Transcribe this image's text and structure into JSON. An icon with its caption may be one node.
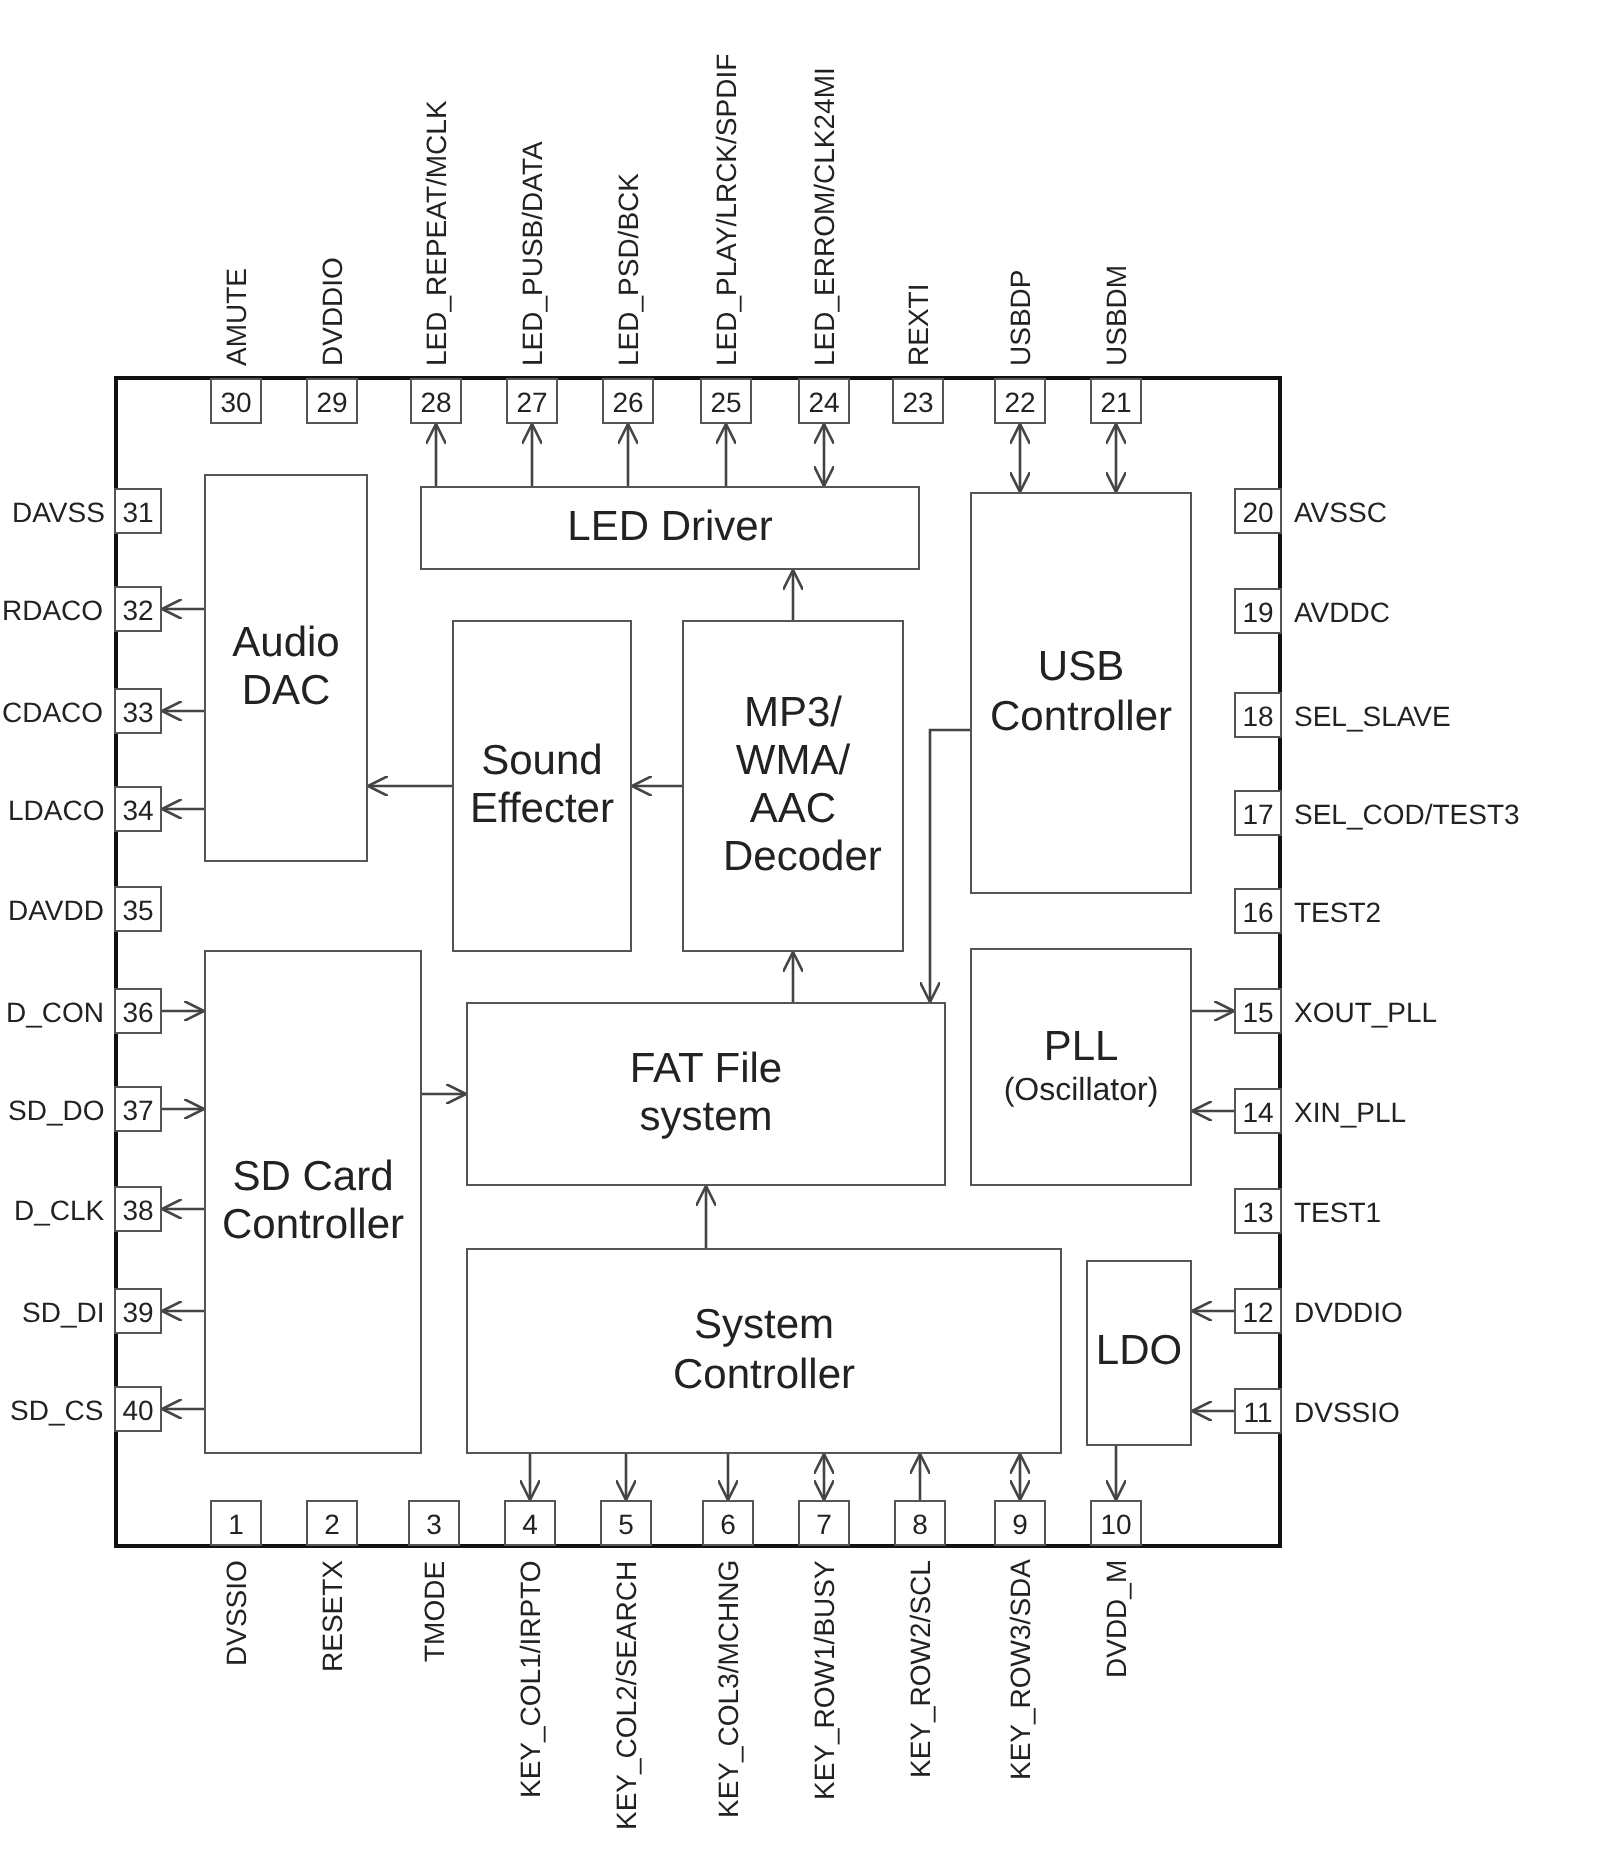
{
  "diagram": {
    "nodes": [
      {
        "text": [],
        "shape": "box"
      },
      {
        "text": [
          "Audio DAC"
        ],
        "in": 0
      },
      {
        "text": [
          "LED Driver"
        ],
        "in": 0
      },
      {
        "text": [
          "Sound Effecter"
        ],
        "in": 0
      },
      {
        "text": [
          "MP3/ WMA/ AAC Decoder"
        ],
        "in": 0
      },
      {
        "text": [
          "USB Controller"
        ],
        "in": 0
      },
      {
        "text": [
          "SD Card Controller"
        ],
        "in": 0
      },
      {
        "text": [
          "FAT File system"
        ],
        "in": 0
      },
      {
        "text": [
          "PLL",
          "(Oscillator)"
        ],
        "in": 0
      },
      {
        "text": [
          "System Controller"
        ],
        "in": 0
      },
      {
        "text": [
          "LDO"
        ],
        "in": 0
      },
      {
        "text": [
          "1"
        ],
        "in": 0,
        "beside": [
          "DVSSIO"
        ]
      },
      {
        "text": [
          "2"
        ],
        "in": 0,
        "beside": [
          "RESETX"
        ]
      },
      {
        "text": [
          "3"
        ],
        "in": 0,
        "beside": [
          "TMODE"
        ]
      },
      {
        "text": [
          "4"
        ],
        "in": 0,
        "beside": [
          "KEY_COL1/IRPTO"
        ]
      },
      {
        "text": [
          "5"
        ],
        "in": 0,
        "beside": [
          "KEY_COL2/SEARCH"
        ]
      },
      {
        "text": [
          "6"
        ],
        "in": 0,
        "beside": [
          "KEY_COL3/MCHNG"
        ]
      },
      {
        "text": [
          "7"
        ],
        "in": 0,
        "beside": [
          "KEY_ROW1/BUSY"
        ]
      },
      {
        "text": [
          "8"
        ],
        "in": 0,
        "beside": [
          "KEY_ROW2/SCL"
        ]
      },
      {
        "text": [
          "9"
        ],
        "in": 0,
        "beside": [
          "KEY_ROW3/SDA"
        ]
      },
      {
        "text": [
          "10"
        ],
        "in": 0,
        "beside": [
          "DVDD_M"
        ]
      },
      {
        "text": [
          "11"
        ],
        "in": 0,
        "beside": [
          "DVSSIO"
        ]
      },
      {
        "text": [
          "12"
        ],
        "in": 0,
        "beside": [
          "DVDDIO"
        ]
      },
      {
        "text": [
          "13"
        ],
        "in": 0,
        "beside": [
          "TEST1"
        ]
      },
      {
        "text": [
          "14"
        ],
        "in": 0,
        "beside": [
          "XIN_PLL"
        ]
      },
      {
        "text": [
          "15"
        ],
        "in": 0,
        "beside": [
          "XOUT_PLL"
        ]
      },
      {
        "text": [
          "16"
        ],
        "in": 0,
        "beside": [
          "TEST2"
        ]
      },
      {
        "text": [
          "17"
        ],
        "in": 0,
        "beside": [
          "SEL_COD/TEST3"
        ]
      },
      {
        "text": [
          "18"
        ],
        "in": 0,
        "beside": [
          "SEL_SLAVE"
        ]
      },
      {
        "text": [
          "19"
        ],
        "in": 0,
        "beside": [
          "AVDDC"
        ]
      },
      {
        "text": [
          "20"
        ],
        "in": 0,
        "beside": [
          "AVSSC"
        ]
      },
      {
        "text": [
          "21"
        ],
        "in": 0,
        "beside": [
          "USBDM"
        ]
      },
      {
        "text": [
          "22"
        ],
        "in": 0,
        "beside": [
          "USBDP"
        ]
      },
      {
        "text": [
          "23"
        ],
        "in": 0,
        "beside": [
          "REXTI"
        ]
      },
      {
        "text": [
          "24"
        ],
        "in": 0,
        "beside": [
          "LED_ERROM/CLK24MI"
        ]
      },
      {
        "text": [
          "25"
        ],
        "in": 0,
        "beside": [
          "LED_PLAY/LRCK/SPDIF"
        ]
      },
      {
        "text": [
          "26"
        ],
        "in": 0,
        "beside": [
          "LED_PSD/BCK"
        ]
      },
      {
        "text": [
          "27"
        ],
        "in": 0,
        "beside": [
          "LED_PUSB/DATA"
        ]
      },
      {
        "text": [
          "28"
        ],
        "in": 0,
        "beside": [
          "LED_REPEAT/MCLK"
        ]
      },
      {
        "text": [
          "29"
        ],
        "in": 0,
        "beside": [
          "DVDDIO"
        ]
      },
      {
        "text": [
          "30"
        ],
        "in": 0,
        "beside": [
          "AMUTE"
        ]
      },
      {
        "text": [
          "31"
        ],
        "in": 0,
        "beside": [
          "DAVSS"
        ]
      },
      {
        "text": [
          "32"
        ],
        "in": 0,
        "beside": [
          "RDACO"
        ]
      },
      {
        "text": [
          "33"
        ],
        "in": 0,
        "beside": [
          "CDACO"
        ]
      },
      {
        "text": [
          "34"
        ],
        "in": 0,
        "beside": [
          "LDACO"
        ]
      },
      {
        "text": [
          "35"
        ],
        "in": 0,
        "beside": [
          "DAVDD"
        ]
      },
      {
        "text": [
          "36"
        ],
        "in": 0,
        "beside": [
          "D_CON"
        ]
      },
      {
        "text": [
          "37"
        ],
        "in": 0,
        "beside": [
          "SD_DO"
        ]
      },
      {
        "text": [
          "38"
        ],
        "in": 0,
        "beside": [
          "D_CLK"
        ]
      },
      {
        "text": [
          "39"
        ],
        "in": 0,
        "beside": [
          "SD_DI"
        ]
      },
      {
        "text": [
          "40"
        ],
        "in": 0,
        "beside": [
          "SD_CS"
        ]
      }
    ],
    "edges": [
      {
        "from": 2,
        "to": 38,
        "arrow": "to"
      },
      {
        "from": 2,
        "to": 37,
        "arrow": "to"
      },
      {
        "from": 2,
        "to": 36,
        "arrow": "to"
      },
      {
        "from": 2,
        "to": 35,
        "arrow": "to"
      },
      {
        "from": 2,
        "to": 34,
        "arrow": "both"
      },
      {
        "from": 5,
        "to": 32,
        "arrow": "both"
      },
      {
        "from": 5,
        "to": 31,
        "arrow": "both"
      },
      {
        "from": 4,
        "to": 2,
        "arrow": "to"
      },
      {
        "from": 4,
        "to": 3,
        "arrow": "to"
      },
      {
        "from": 3,
        "to": 1,
        "arrow": "to"
      },
      {
        "from": 1,
        "to": 42,
        "arrow": "to"
      },
      {
        "from": 1,
        "to": 43,
        "arrow": "to"
      },
      {
        "from": 1,
        "to": 44,
        "arrow": "to"
      },
      {
        "from": 46,
        "to": 6,
        "arrow": "to"
      },
      {
        "from": 47,
        "to": 6,
        "arrow": "to"
      },
      {
        "from": 6,
        "to": 48,
        "arrow": "to"
      },
      {
        "from": 6,
        "to": 49,
        "arrow": "to"
      },
      {
        "from": 6,
        "to": 50,
        "arrow": "to"
      },
      {
        "from": 6,
        "to": 7,
        "arrow": "to"
      },
      {
        "from": 7,
        "to": 4,
        "arrow": "to"
      },
      {
        "from": 5,
        "to": 7,
        "arrow": "to"
      },
      {
        "from": 9,
        "to": 7,
        "arrow": "to"
      },
      {
        "from": 8,
        "to": 25,
        "arrow": "to"
      },
      {
        "from": 24,
        "to": 8,
        "arrow": "to"
      },
      {
        "from": 22,
        "to": 10,
        "arrow": "to"
      },
      {
        "from": 21,
        "to": 10,
        "arrow": "to"
      },
      {
        "from": 10,
        "to": 20,
        "arrow": "to"
      },
      {
        "from": 9,
        "to": 14,
        "arrow": "to"
      },
      {
        "from": 9,
        "to": 15,
        "arrow": "to"
      },
      {
        "from": 9,
        "to": 16,
        "arrow": "to"
      },
      {
        "from": 9,
        "to": 17,
        "arrow": "both"
      },
      {
        "from": 18,
        "to": 9,
        "arrow": "to"
      },
      {
        "from": 9,
        "to": 19,
        "arrow": "both"
      }
    ]
  }
}
